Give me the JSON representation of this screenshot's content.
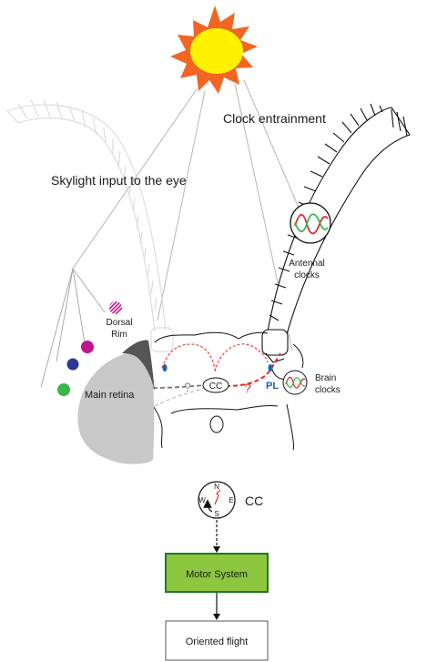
{
  "labels": {
    "clock_entrainment": "Clock entrainment",
    "skylight_input": "Skylight input to the eye",
    "antennal_clocks_line1": "Antennal",
    "antennal_clocks_line2": "clocks",
    "dorsal_rim_line1": "Dorsal",
    "dorsal_rim_line2": "Rim",
    "main_retina": "Main retina",
    "cc_center": "CC",
    "pl": "PL",
    "question_left": "?",
    "question_right": "?",
    "brain_clocks_line1": "Brain",
    "brain_clocks_line2": "clocks",
    "compass_cc": "CC",
    "compass_n": "N",
    "compass_e": "E",
    "compass_s": "S",
    "compass_w": "W",
    "motor_system": "Motor System",
    "oriented_flight": "Oriented flight"
  },
  "colors": {
    "sun_outer": "#f26522",
    "sun_inner": "#fff200",
    "retina_gray": "#c8c8c8",
    "dorsal_rim_dark": "#555555",
    "magenta_dot": "#c0168c",
    "blue_dot": "#2a3a94",
    "green_dot": "#39b54a",
    "pathway_red": "#e0292b",
    "pathway_gray": "#9a9a9a",
    "pl_blue": "#1b62b3",
    "motor_fill": "#8dc63f",
    "motor_border": "#1e7a1e",
    "clock_red": "#e0292b",
    "clock_green": "#39b54a"
  },
  "icons": [
    "sun-icon",
    "clock-wave-icon",
    "compass-icon",
    "antenna-icon"
  ]
}
